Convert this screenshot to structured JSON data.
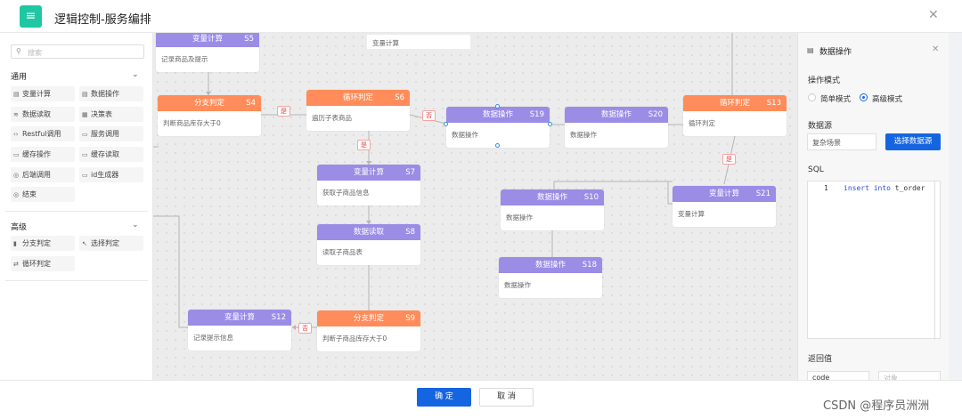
{
  "header": {
    "title": "逻辑控制-服务编排",
    "logo_icon": "menu-list-icon",
    "accent": "#1fc7a3"
  },
  "sidebar": {
    "search_placeholder": "搜索",
    "groups": [
      {
        "title": "通用",
        "items": [
          "变量计算",
          "数据操作",
          "数据读取",
          "决策表",
          "Restful调用",
          "服务调用",
          "缓存操作",
          "缓存读取",
          "后端调用",
          "id生成器",
          "结束"
        ]
      },
      {
        "title": "高级",
        "items": [
          "分支判定",
          "选择判定",
          "循环判定"
        ]
      }
    ]
  },
  "canvas": {
    "top_stub_text": "变量计算",
    "tags": {
      "yes": "是",
      "no": "否"
    },
    "nodes": [
      {
        "id": "S5",
        "type": "变量计算",
        "desc": "记录商品及提示",
        "kind": "purple"
      },
      {
        "id": "S4",
        "type": "分支判定",
        "desc": "判断商品库存大于0",
        "kind": "orange"
      },
      {
        "id": "S6",
        "type": "循环判定",
        "desc": "遍历子表商品",
        "kind": "orange"
      },
      {
        "id": "S19",
        "type": "数据操作",
        "desc": "数据操作",
        "kind": "purple"
      },
      {
        "id": "S20",
        "type": "数据操作",
        "desc": "数据操作",
        "kind": "purple"
      },
      {
        "id": "S13",
        "type": "循环判定",
        "desc": "循环判定",
        "kind": "orange"
      },
      {
        "id": "S7",
        "type": "变量计算",
        "desc": "获取子商品信息",
        "kind": "purple"
      },
      {
        "id": "S8",
        "type": "数据读取",
        "desc": "读取子商品表",
        "kind": "purple"
      },
      {
        "id": "S10",
        "type": "数据操作",
        "desc": "数据操作",
        "kind": "purple"
      },
      {
        "id": "S21",
        "type": "变量计算",
        "desc": "变量计算",
        "kind": "purple"
      },
      {
        "id": "S18",
        "type": "数据操作",
        "desc": "数据操作",
        "kind": "purple"
      },
      {
        "id": "S12",
        "type": "变量计算",
        "desc": "记录提示信息",
        "kind": "purple"
      },
      {
        "id": "S9",
        "type": "分支判定",
        "desc": "判断子商品库存大于0",
        "kind": "orange"
      }
    ]
  },
  "panel": {
    "title": "数据操作",
    "mode_label": "操作模式",
    "mode_simple": "简单模式",
    "mode_advanced": "高级模式",
    "mode_selected": "高级模式",
    "datasource_label": "数据源",
    "datasource_value": "复杂场景",
    "datasource_button": "选择数据源",
    "sql_label": "SQL",
    "sql_line_no": "1",
    "sql_keywords": "insert into",
    "sql_rest": " t_order",
    "return_label": "返回值",
    "return_field": "code",
    "return_placeholder": "对象"
  },
  "footer": {
    "ok": "确 定",
    "cancel": "取 消"
  },
  "watermark": "CSDN @程序员洲洲",
  "colors": {
    "primary": "#1565e0",
    "node_purple": "#9b8ce6",
    "node_orange": "#ff8c5a",
    "tag_red": "#e64545"
  }
}
